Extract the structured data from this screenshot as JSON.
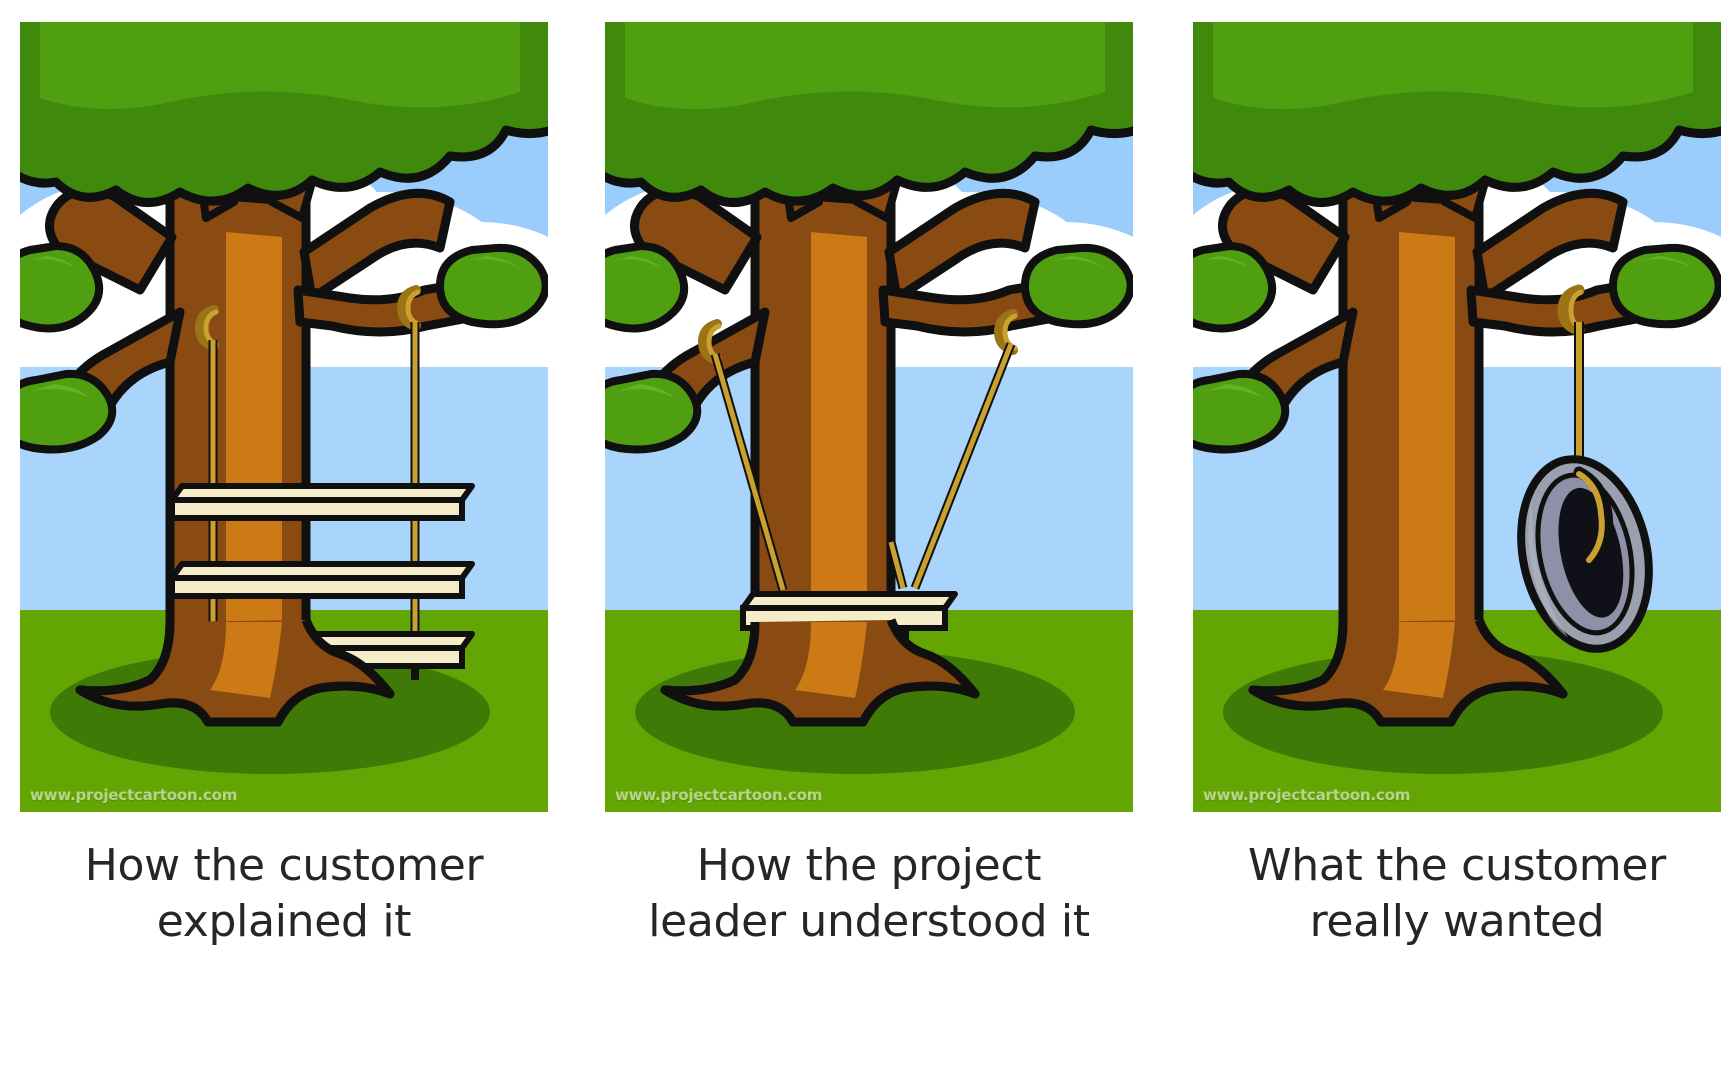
{
  "document": {
    "title": "Project Cartoon — Tree Swing",
    "background_color": "#ffffff",
    "layout": "three-panel-comic-strip"
  },
  "palette": {
    "sky": "#9acdfb",
    "sky_light": "#bcdefd",
    "cloud": "#ffffff",
    "canopy_dark": "#3f8a0d",
    "canopy_mid": "#4f9f10",
    "canopy_light": "#63b324",
    "grass": "#63a604",
    "grass_shadow": "#3f7a06",
    "trunk_dark": "#8a4b12",
    "trunk_light": "#cc7a16",
    "outline": "#101010",
    "rope": "#caa02e",
    "rope_dark": "#9a7416",
    "plank": "#f5edc9",
    "plank_edge": "#d8cf9d",
    "tire_gray": "#9aa0ad",
    "tire_hole": "#101018",
    "tire_rim": "#8f8fa8",
    "caption_text": "#262626",
    "watermark_text": "#c9dca6"
  },
  "panels": [
    {
      "id": "panel-1",
      "scene": "tree-with-three-plank-swing",
      "watermark": "www.projectcartoon.com",
      "caption_line1": "How the customer",
      "caption_line2": "explained it",
      "caption_full": "How the customer explained it"
    },
    {
      "id": "panel-2",
      "scene": "tree-with-swing-seat-through-trunk",
      "watermark": "www.projectcartoon.com",
      "caption_line1": "How the project",
      "caption_line2": "leader understood it",
      "caption_full": "How the project leader understood it"
    },
    {
      "id": "panel-3",
      "scene": "tree-with-tire-swing",
      "watermark": "www.projectcartoon.com",
      "caption_line1": "What the customer",
      "caption_line2": "really wanted",
      "caption_full": "What the customer really wanted"
    }
  ]
}
